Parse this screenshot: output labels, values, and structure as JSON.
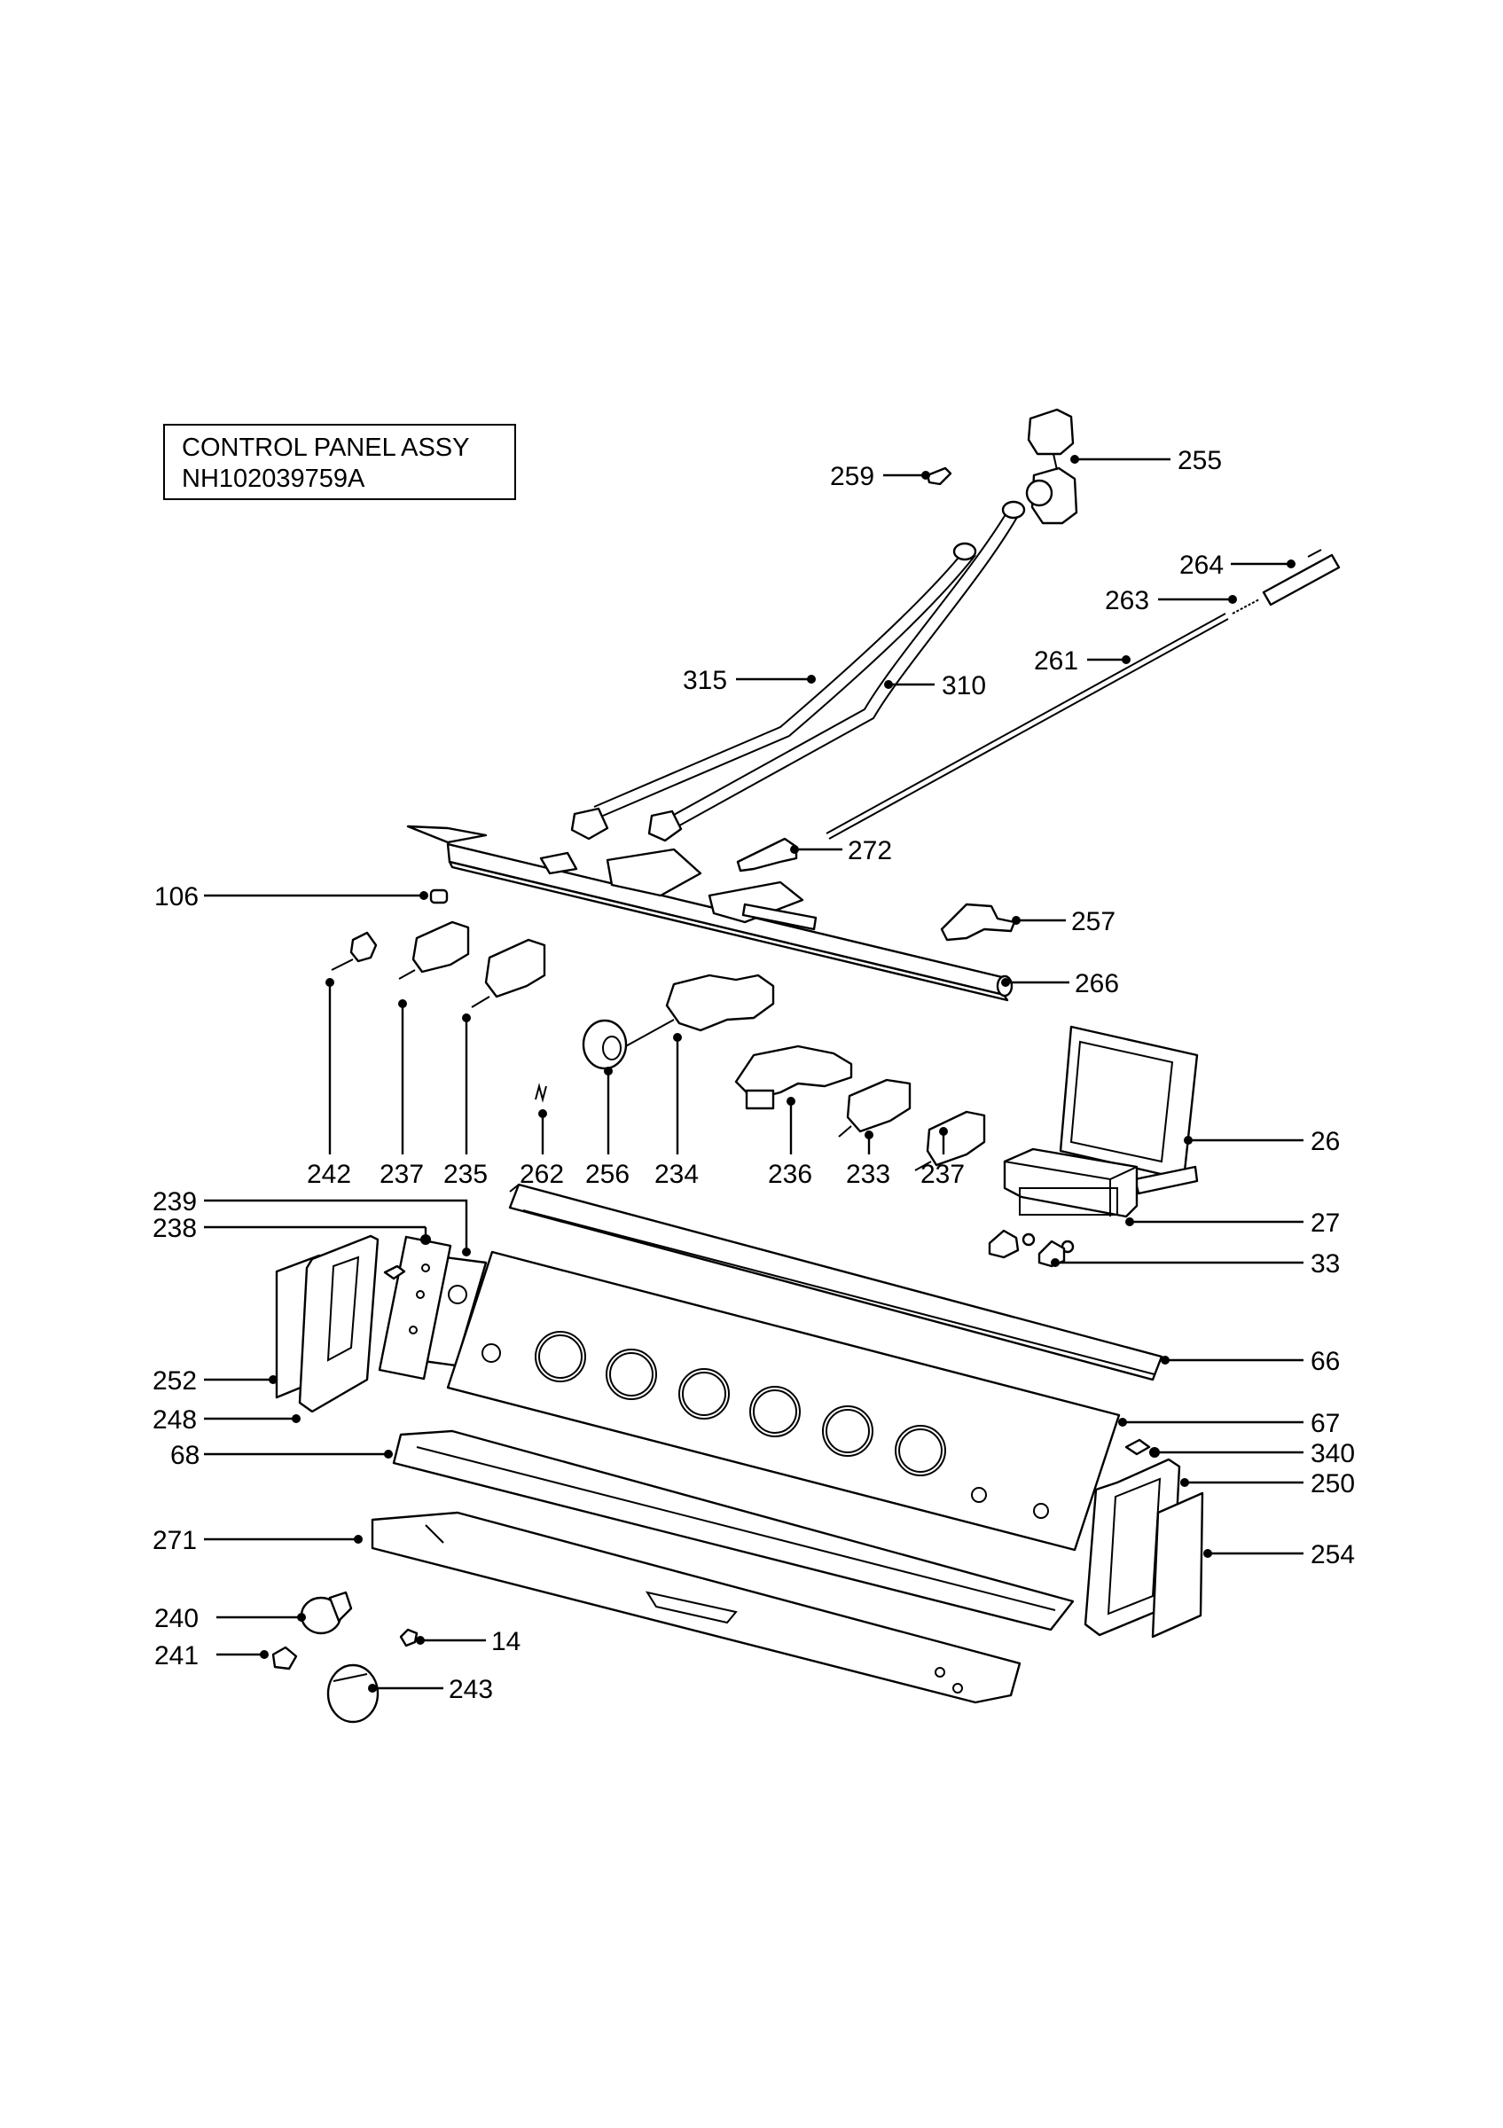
{
  "title": {
    "line1": "CONTROL PANEL ASSY",
    "line2": "NH102039759A"
  },
  "callouts": [
    {
      "id": "255",
      "label": "255"
    },
    {
      "id": "259",
      "label": "259"
    },
    {
      "id": "264",
      "label": "264"
    },
    {
      "id": "263",
      "label": "263"
    },
    {
      "id": "261",
      "label": "261"
    },
    {
      "id": "315",
      "label": "315"
    },
    {
      "id": "310",
      "label": "310"
    },
    {
      "id": "272",
      "label": "272"
    },
    {
      "id": "106",
      "label": "106"
    },
    {
      "id": "257",
      "label": "257"
    },
    {
      "id": "266",
      "label": "266"
    },
    {
      "id": "242",
      "label": "242"
    },
    {
      "id": "237a",
      "label": "237"
    },
    {
      "id": "235",
      "label": "235"
    },
    {
      "id": "262",
      "label": "262"
    },
    {
      "id": "256",
      "label": "256"
    },
    {
      "id": "234",
      "label": "234"
    },
    {
      "id": "236",
      "label": "236"
    },
    {
      "id": "233",
      "label": "233"
    },
    {
      "id": "237b",
      "label": "237"
    },
    {
      "id": "26",
      "label": "26"
    },
    {
      "id": "27",
      "label": "27"
    },
    {
      "id": "33",
      "label": "33"
    },
    {
      "id": "239",
      "label": "239"
    },
    {
      "id": "238",
      "label": "238"
    },
    {
      "id": "66",
      "label": "66"
    },
    {
      "id": "252",
      "label": "252"
    },
    {
      "id": "248",
      "label": "248"
    },
    {
      "id": "67",
      "label": "67"
    },
    {
      "id": "340",
      "label": "340"
    },
    {
      "id": "68",
      "label": "68"
    },
    {
      "id": "250",
      "label": "250"
    },
    {
      "id": "271",
      "label": "271"
    },
    {
      "id": "254",
      "label": "254"
    },
    {
      "id": "240",
      "label": "240"
    },
    {
      "id": "14",
      "label": "14"
    },
    {
      "id": "241",
      "label": "241"
    },
    {
      "id": "243",
      "label": "243"
    }
  ]
}
